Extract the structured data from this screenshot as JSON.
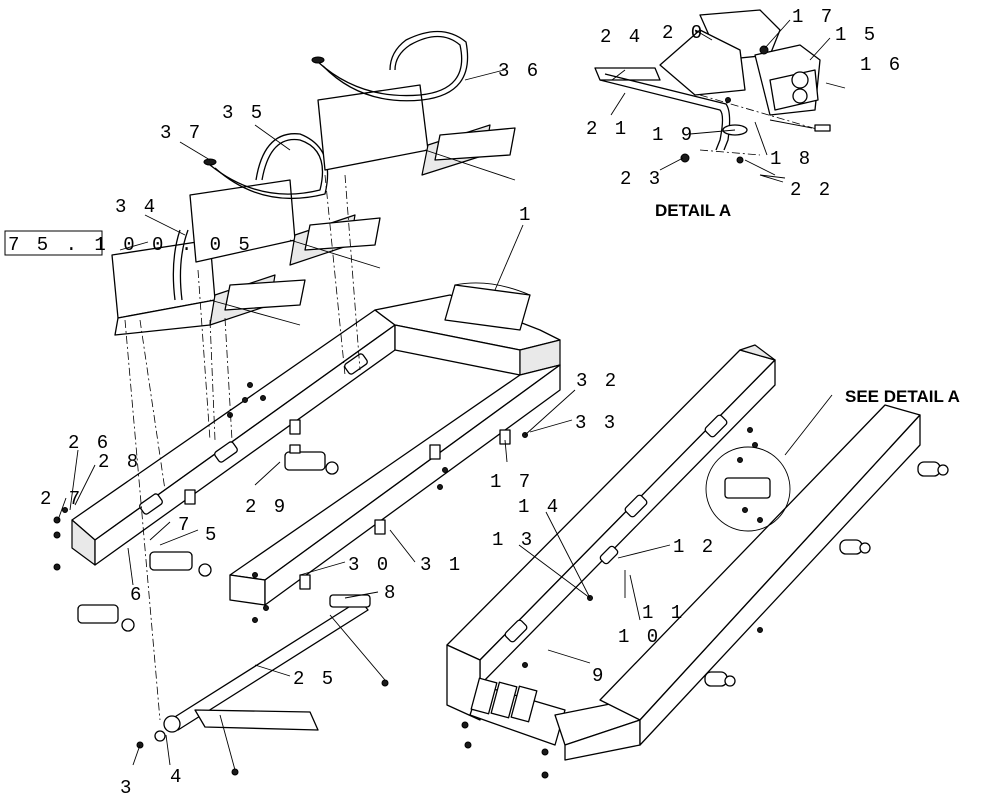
{
  "reference_box": {
    "text": "7 5 . 1 0 0 . 0 5"
  },
  "detail_heading": "DETAIL  A",
  "see_detail_label": "SEE DETAIL  A",
  "callouts": [
    {
      "id": "c1",
      "text": "1"
    },
    {
      "id": "c3",
      "text": "3"
    },
    {
      "id": "c4",
      "text": "4"
    },
    {
      "id": "c5",
      "text": "5"
    },
    {
      "id": "c6",
      "text": "6"
    },
    {
      "id": "c7",
      "text": "7"
    },
    {
      "id": "c8",
      "text": "8"
    },
    {
      "id": "c9",
      "text": "9"
    },
    {
      "id": "c10",
      "text": "1 0"
    },
    {
      "id": "c11",
      "text": "1 1"
    },
    {
      "id": "c12",
      "text": "1 2"
    },
    {
      "id": "c13",
      "text": "1 3"
    },
    {
      "id": "c14",
      "text": "1 4"
    },
    {
      "id": "c15",
      "text": "1 5"
    },
    {
      "id": "c16",
      "text": "1 6"
    },
    {
      "id": "c17a",
      "text": "1 7"
    },
    {
      "id": "c17b",
      "text": "1 7"
    },
    {
      "id": "c18",
      "text": "1 8"
    },
    {
      "id": "c19",
      "text": "1 9"
    },
    {
      "id": "c20",
      "text": "2 0"
    },
    {
      "id": "c21",
      "text": "2 1"
    },
    {
      "id": "c22",
      "text": "2 2"
    },
    {
      "id": "c23",
      "text": "2 3"
    },
    {
      "id": "c24",
      "text": "2 4"
    },
    {
      "id": "c25",
      "text": "2 5"
    },
    {
      "id": "c26",
      "text": "2 6"
    },
    {
      "id": "c27",
      "text": "2 7"
    },
    {
      "id": "c28",
      "text": "2 8"
    },
    {
      "id": "c29",
      "text": "2 9"
    },
    {
      "id": "c30",
      "text": "3 0"
    },
    {
      "id": "c31",
      "text": "3 1"
    },
    {
      "id": "c32",
      "text": "3 2"
    },
    {
      "id": "c33",
      "text": "3 3"
    },
    {
      "id": "c34",
      "text": "3 4"
    },
    {
      "id": "c35",
      "text": "3 5"
    },
    {
      "id": "c36",
      "text": "3 6"
    },
    {
      "id": "c37",
      "text": "3 7"
    }
  ]
}
